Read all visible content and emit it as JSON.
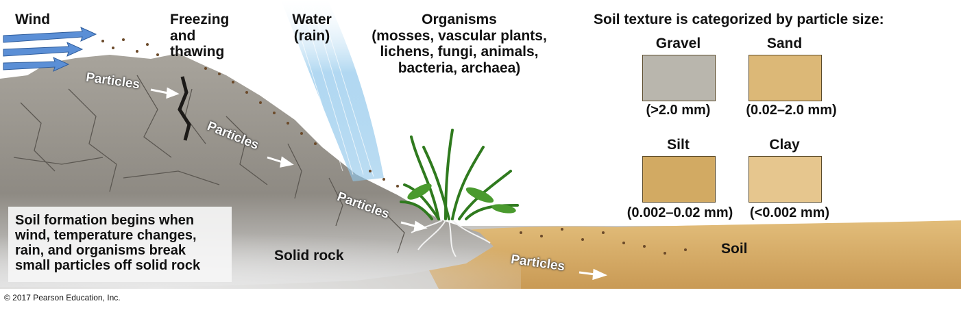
{
  "agents": {
    "wind": "Wind",
    "freezing_line1": "Freezing",
    "freezing_line2": "and",
    "freezing_line3": "thawing",
    "water_line1": "Water",
    "water_line2": "(rain)",
    "organisms_title": "Organisms",
    "organisms_line1": "(mosses, vascular plants,",
    "organisms_line2": "lichens, fungi, animals,",
    "organisms_line3": "bacteria, archaea)"
  },
  "particle_labels": [
    "Particles",
    "Particles",
    "Particles",
    "Particles"
  ],
  "landscape": {
    "solid_rock": "Solid rock",
    "soil": "Soil"
  },
  "intro": {
    "line1": "Soil formation begins when",
    "line2": "wind, temperature changes,",
    "line3": "rain, and organisms break",
    "line4": "small particles off solid rock"
  },
  "texture": {
    "title": "Soil texture is categorized by particle size:",
    "items": [
      {
        "name": "Gravel",
        "size": "(>2.0 mm)",
        "color": "#b9b6ad"
      },
      {
        "name": "Sand",
        "size": "(0.02–2.0 mm)",
        "color": "#dcb877"
      },
      {
        "name": "Silt",
        "size": "(0.002–0.02 mm)",
        "color": "#d2aa63"
      },
      {
        "name": "Clay",
        "size": "(<0.002 mm)",
        "color": "#e6c68e"
      }
    ]
  },
  "copyright": "© 2017 Pearson Education, Inc.",
  "colors": {
    "wind_arrow": "#5b8fd6",
    "rock": "#8f8b84",
    "soil": "#d7b06c",
    "rain": "#a9d4f0",
    "plant": "#3f8f2a"
  }
}
